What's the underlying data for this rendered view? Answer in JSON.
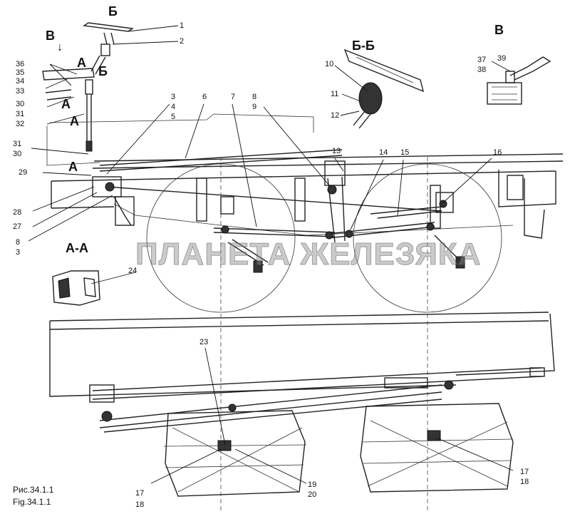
{
  "figure": {
    "caption_ru": "Рис.34.1.1",
    "caption_en": "Fig.34.1.1",
    "watermark": "ПЛАНЕТА ЖЕЛЕЗЯКА"
  },
  "views": {
    "v": "В",
    "b": "Б",
    "b_b": "Б-Б",
    "a_a": "А-А",
    "a": "А"
  },
  "callouts": {
    "n1": "1",
    "n2": "2",
    "n3": "3",
    "n4": "4",
    "n5": "5",
    "n6": "6",
    "n7": "7",
    "n8": "8",
    "n9": "9",
    "n10": "10",
    "n11": "11",
    "n12": "12",
    "n13": "13",
    "n14": "14",
    "n15": "15",
    "n16": "16",
    "n17": "17",
    "n18": "18",
    "n19": "19",
    "n20": "20",
    "n23": "23",
    "n24": "24",
    "n27": "27",
    "n28": "28",
    "n29": "29",
    "n30": "30",
    "n31": "31",
    "n32": "32",
    "n33": "33",
    "n34": "34",
    "n35": "35",
    "n36": "36",
    "n37": "37",
    "n38": "38",
    "n39": "39"
  }
}
